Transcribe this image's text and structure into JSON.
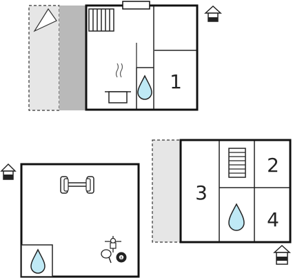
{
  "colors": {
    "wall": "#111111",
    "terrace": "#e6e6e6",
    "terrace_dark": "#b9b9b9",
    "water": "#bfe9f5",
    "line": "#333333"
  },
  "rooms": {
    "room_1": "1",
    "room_2": "2",
    "room_3": "3",
    "room_4": "4"
  },
  "icons": {
    "entrance": "house-entrance-icon",
    "radiator": "radiator-icon",
    "stairs": "stairs-icon",
    "bathroom": "water-drop-icon",
    "kitchen": "cooking-pot-icon",
    "gym": "dumbbell-icon",
    "games": "table-football-ping-pong-billiards-icon",
    "parasol": "parasol-icon"
  }
}
